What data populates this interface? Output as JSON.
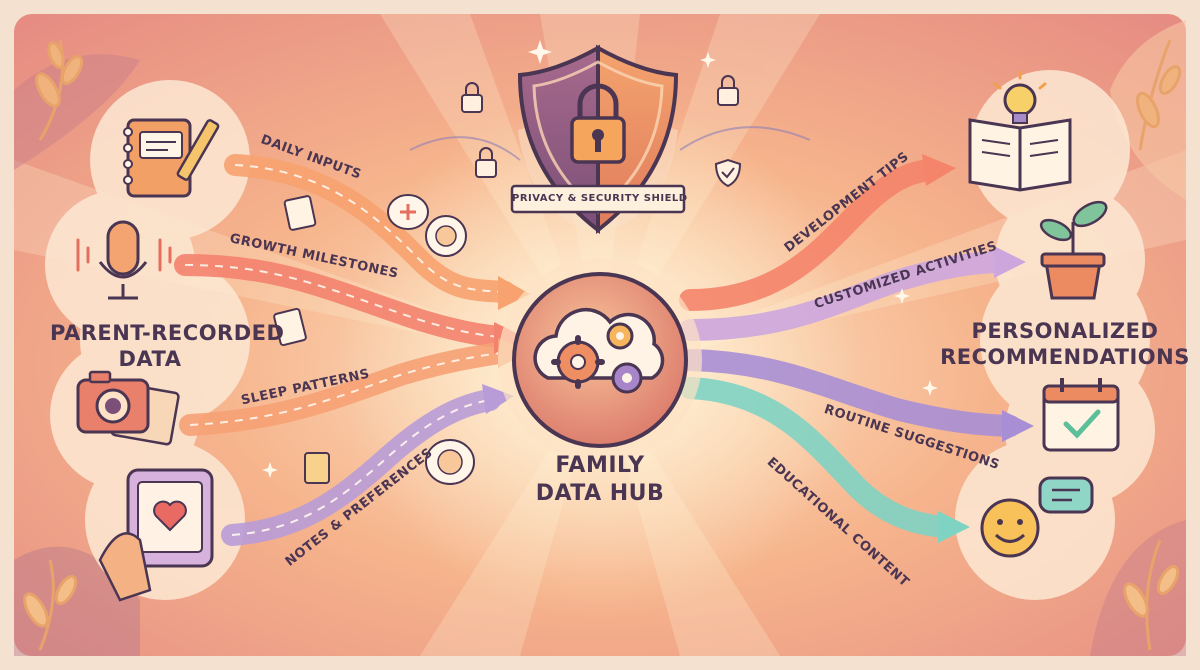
{
  "left_group": {
    "label_line1": "PARENT-RECORDED",
    "label_line2": "DATA"
  },
  "inputs": [
    {
      "label": "DAILY INPUTS",
      "icon": "notebook-pencil-icon",
      "color": "#f59a6c"
    },
    {
      "label": "GROWTH MILESTONES",
      "icon": "microphone-icon",
      "color": "#f3836e"
    },
    {
      "label": "SLEEP PATTERNS",
      "icon": "camera-photos-icon",
      "color": "#f6a174"
    },
    {
      "label": "NOTES & PREFERENCES",
      "icon": "tablet-heart-icon",
      "color": "#b79bd6"
    }
  ],
  "shield": {
    "label": "PRIVACY & SECURITY SHIELD",
    "icon": "padlock-shield-icon"
  },
  "hub": {
    "label_line1": "FAMILY",
    "label_line2": "DATA HUB",
    "icon": "cloud-gears-icon"
  },
  "right_group": {
    "label_line1": "PERSONALIZED",
    "label_line2": "RECOMMENDATIONS"
  },
  "outputs": [
    {
      "label": "DEVELOPMENT TIPS",
      "icon": "book-lightbulb-icon",
      "color": "#f4846a"
    },
    {
      "label": "CUSTOMIZED ACTIVITIES",
      "icon": "potted-plant-icon",
      "color": "#c9a3dc"
    },
    {
      "label": "ROUTINE SUGGESTIONS",
      "icon": "calendar-check-icon",
      "color": "#a98fd6"
    },
    {
      "label": "EDUCATIONAL CONTENT",
      "icon": "smiley-chat-icon",
      "color": "#7fd3c3"
    }
  ]
}
